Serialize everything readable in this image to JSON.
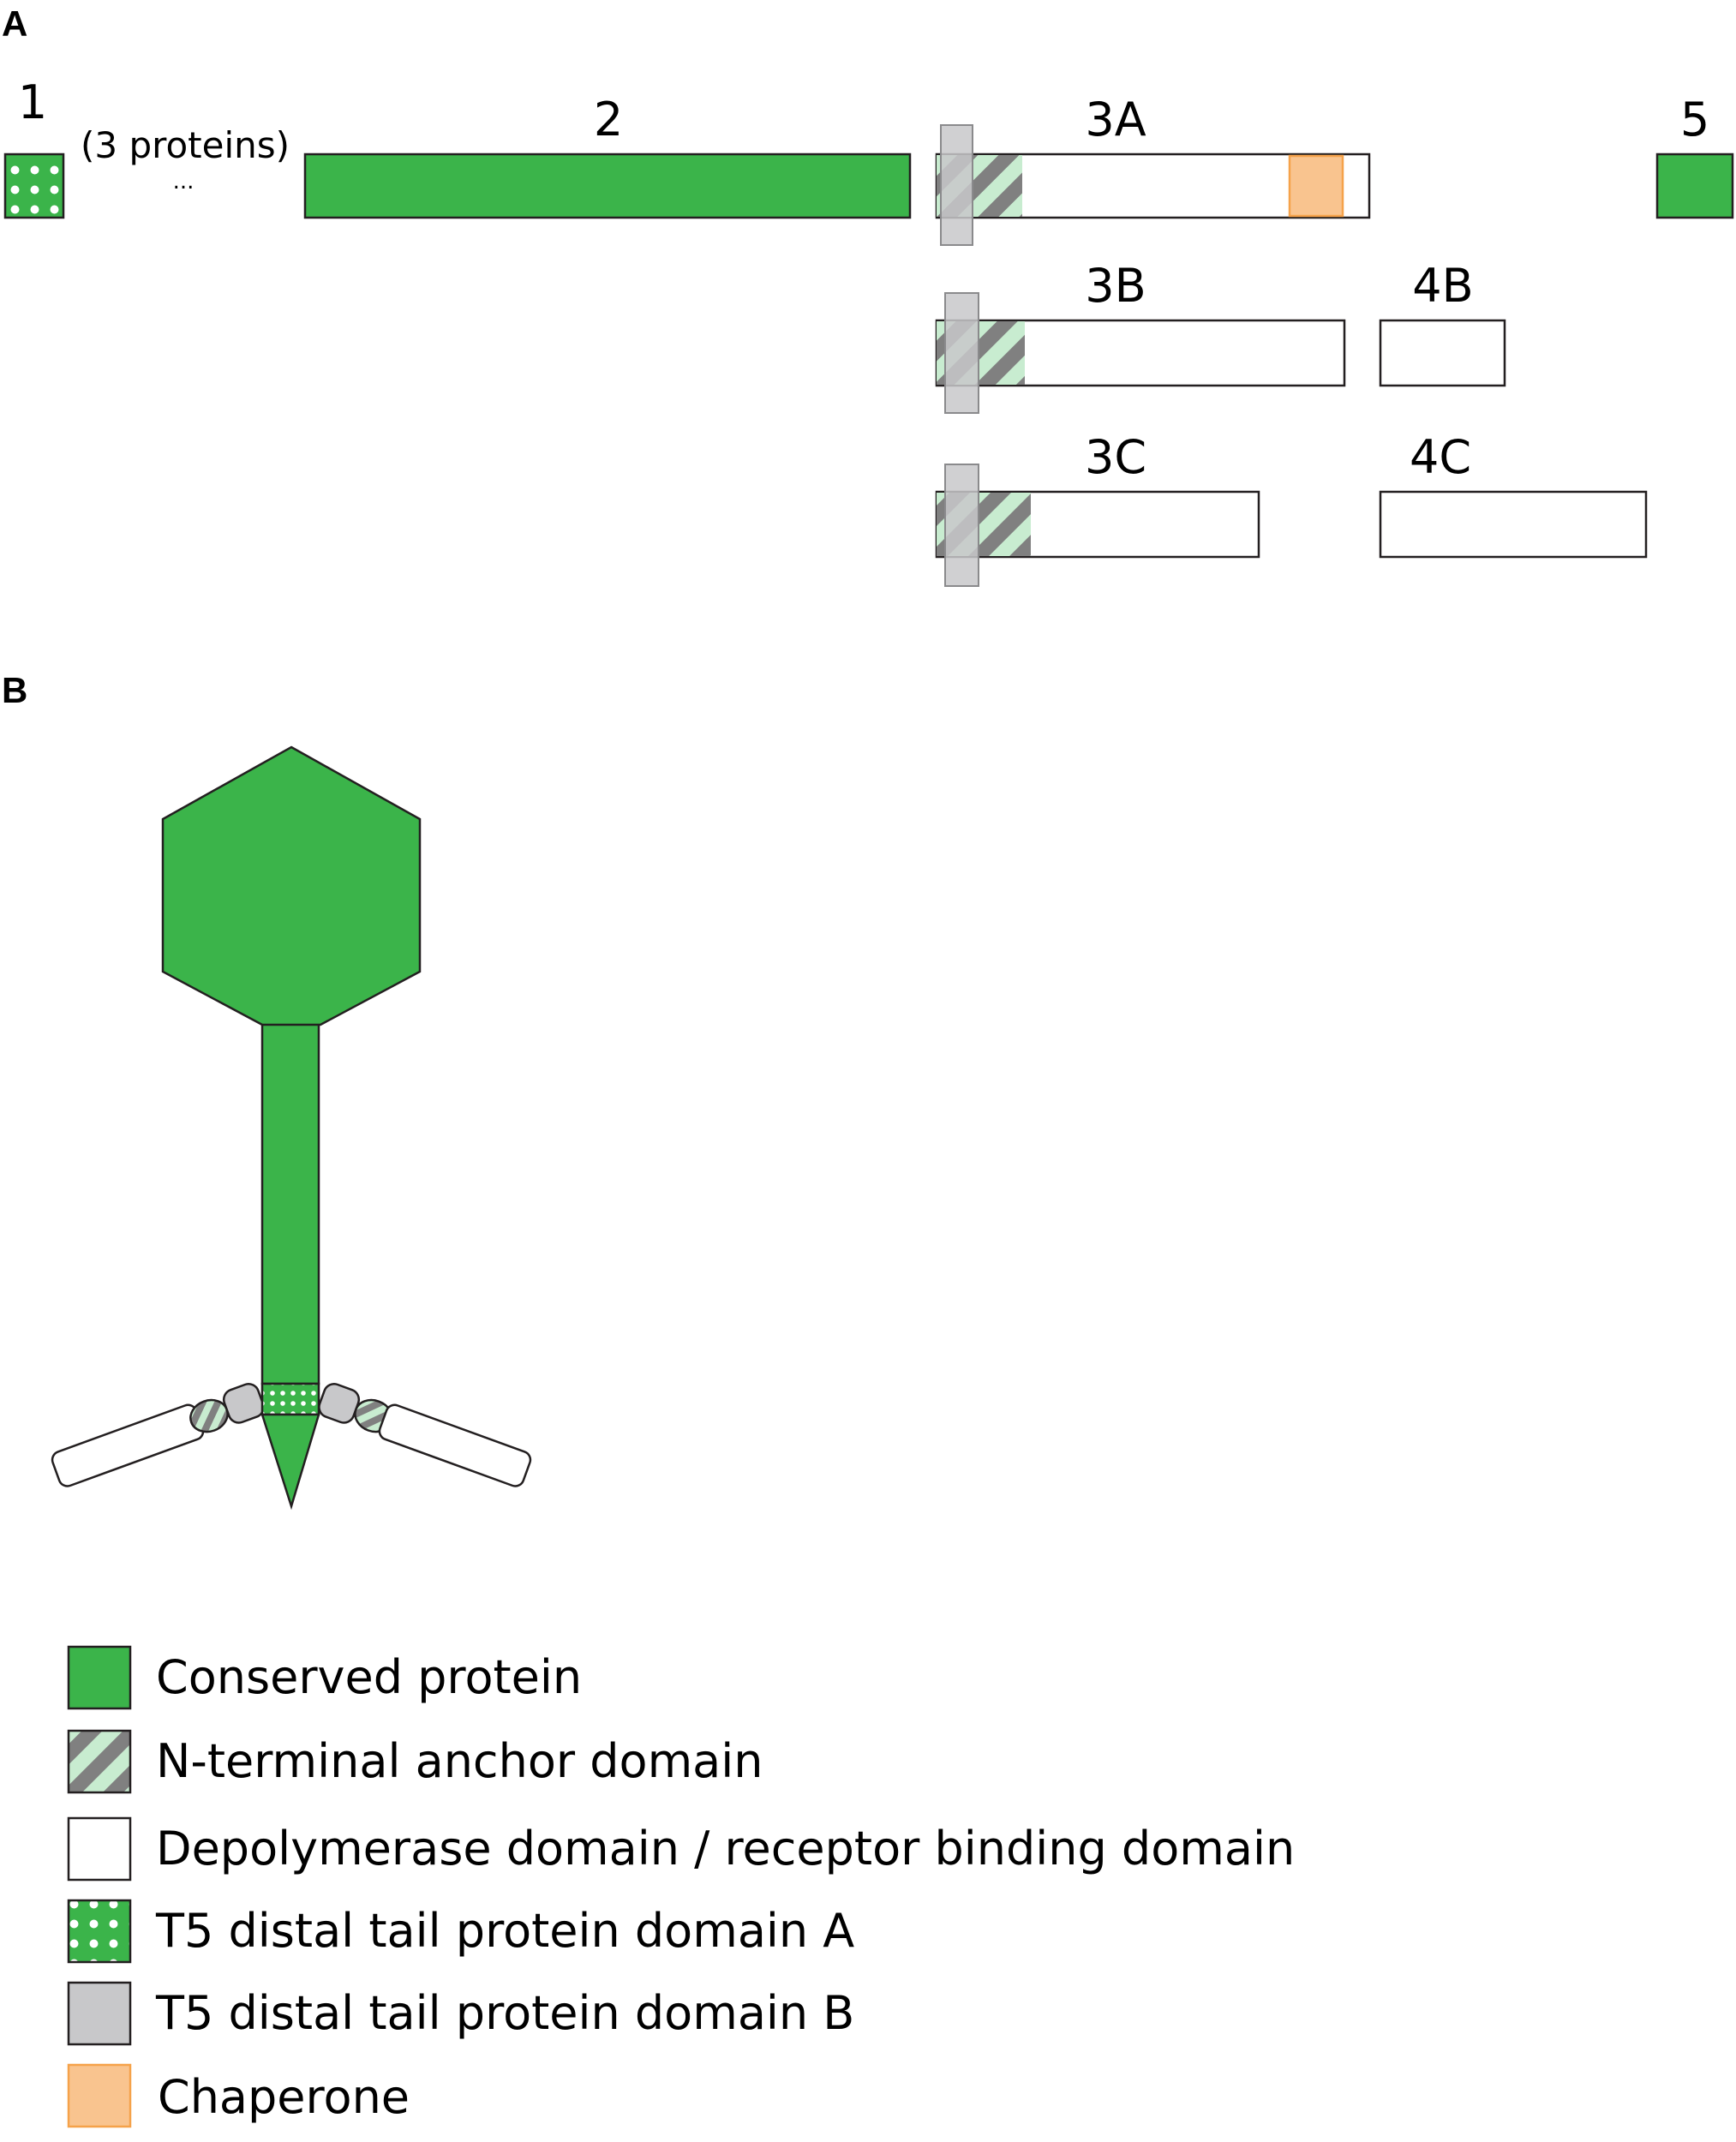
{
  "panels": {
    "a": "A",
    "b": "B"
  },
  "colors": {
    "conserved": "#3bb44a",
    "anchor_light": "#c8ecd0",
    "anchor_dark": "#808080",
    "depolymerase": "#ffffff",
    "dotted_bg": "#3bb44a",
    "dotted_dot": "#ffffff",
    "domain_b": "#c8c8ca",
    "chaperone": "#f9c48f",
    "chaperone_border": "#f5a24a",
    "outline": "#231f20"
  },
  "proteins": {
    "p1": "1",
    "p1_note": "(3 proteins)",
    "p1_ellipsis": "...",
    "p2": "2",
    "p3a": "3A",
    "p3b": "3B",
    "p3c": "3C",
    "p4b": "4B",
    "p4c": "4C",
    "p5": "5"
  },
  "legend": [
    {
      "pattern": "conserved",
      "label": "Conserved protein"
    },
    {
      "pattern": "anchor",
      "label": "N-terminal anchor domain"
    },
    {
      "pattern": "depolymerase",
      "label": "Depolymerase domain / receptor binding domain"
    },
    {
      "pattern": "dotted",
      "label": "T5 distal tail protein domain A"
    },
    {
      "pattern": "domain_b",
      "label": "T5 distal tail protein domain B"
    },
    {
      "pattern": "chaperone",
      "label": "Chaperone"
    }
  ]
}
